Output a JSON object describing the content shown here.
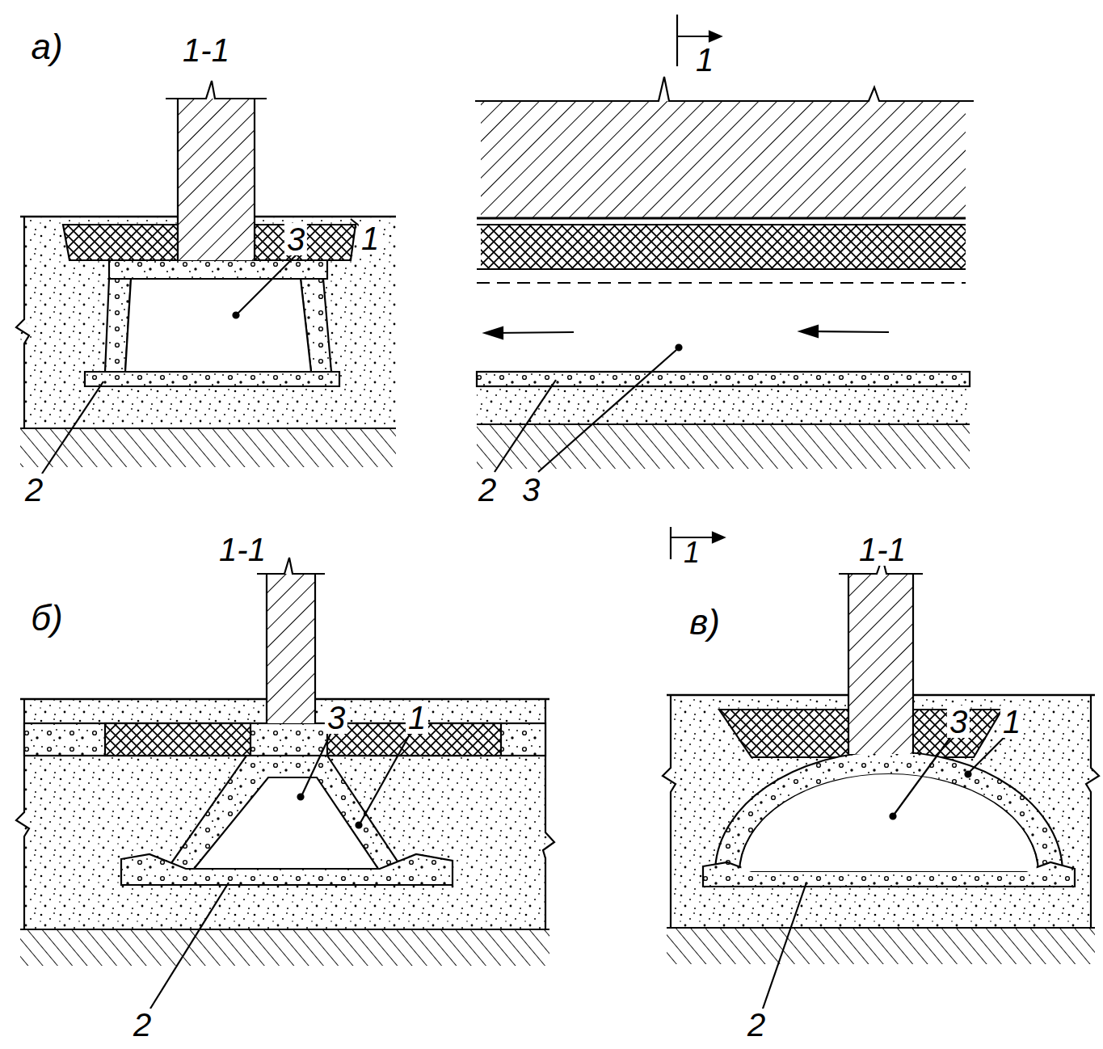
{
  "diagram": {
    "labels": [
      "а)",
      "1-1",
      "3",
      "1",
      "2",
      "1",
      "2",
      "3",
      "1",
      "б)",
      "1-1",
      "3",
      "1",
      "2",
      "в)",
      "1-1",
      "3",
      "1",
      "2"
    ]
  }
}
